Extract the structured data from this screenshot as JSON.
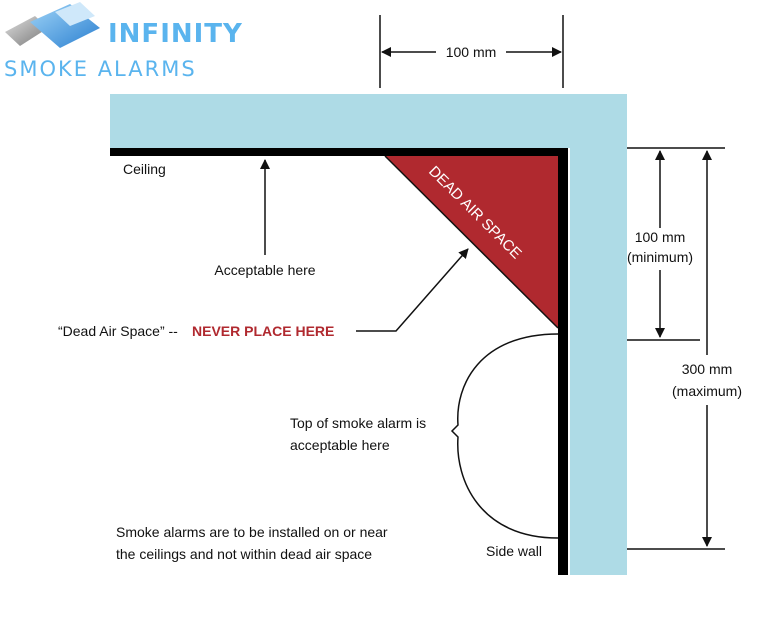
{
  "logo": {
    "line1": "INFINITY",
    "line2": "SMOKE ALARMS"
  },
  "labels": {
    "top_dimension": "100 mm",
    "ceiling": "Ceiling",
    "acceptable_here": "Acceptable here",
    "dead_air_prefix": "“Dead Air Space” --",
    "never_place_here": "NEVER PLACE HERE",
    "dead_air_space": "DEAD AIR SPACE",
    "min_value": "100 mm",
    "min_label": "(minimum)",
    "max_value": "300 mm",
    "max_label": "(maximum)",
    "wall_acceptable_line1": "Top of smoke alarm is",
    "wall_acceptable_line2": "acceptable here",
    "note_line1": "Smoke alarms are to be installed on or near",
    "note_line2": "the ceilings and not within dead air space",
    "side_wall": "Side wall"
  },
  "colors": {
    "structure": "#aedbe6",
    "dead_air": "#b0292f",
    "warning_text": "#b0292f",
    "logo": "#5ab4ee"
  }
}
